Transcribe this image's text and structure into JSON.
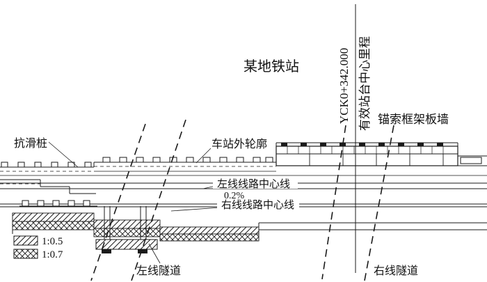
{
  "drawing": {
    "station_name": "某地铁站",
    "chainage": "YCK0+342.000",
    "platform_center_note": "有效站台中心里程",
    "anchor_wall": "锚索框架板墙",
    "anti_slide_pile": "抗滑桩",
    "station_outline": "车站外轮廓",
    "left_line_centerline": "左线线路中心线",
    "slope": "0.2%",
    "right_line_centerline": "右线线路中心线",
    "left_tunnel": "左线隧道",
    "right_tunnel": "右线隧道"
  },
  "legend": {
    "items": [
      {
        "ratio": "1:0.5",
        "hatch": "diagonal-hatch"
      },
      {
        "ratio": "1:0.7",
        "hatch": "cross-hatch"
      }
    ]
  },
  "colors": {
    "ink": "#1a1a1a",
    "background": "#ffffff"
  }
}
